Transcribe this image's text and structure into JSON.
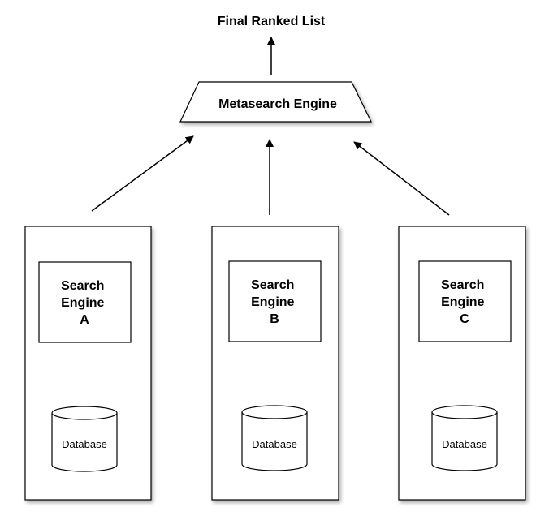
{
  "diagram": {
    "output_label": "Final Ranked List",
    "metasearch_label": "Metasearch Engine",
    "engines": [
      {
        "lines": [
          "Search",
          "Engine",
          "A"
        ],
        "db_label": "Database"
      },
      {
        "lines": [
          "Search",
          "Engine",
          "B"
        ],
        "db_label": "Database"
      },
      {
        "lines": [
          "Search",
          "Engine",
          "C"
        ],
        "db_label": "Database"
      }
    ]
  }
}
